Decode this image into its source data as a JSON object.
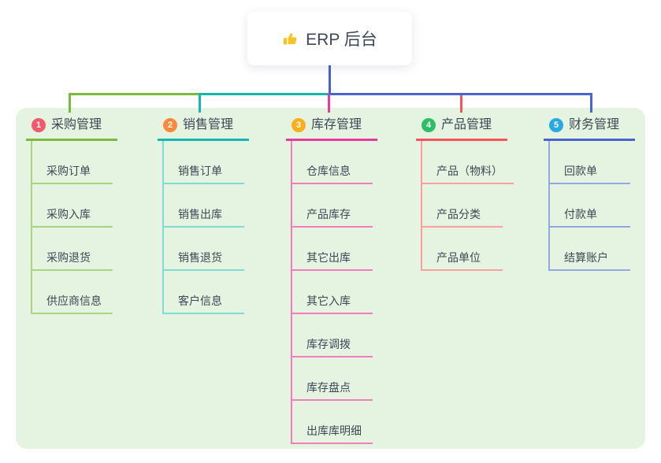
{
  "root": {
    "label": "ERP 后台",
    "icon": "thumbs-up"
  },
  "branches": [
    {
      "number": "1",
      "label": "采购管理",
      "line_color": "#7cb93e",
      "light_color": "#a9d57e",
      "badge_color": "#f3596c",
      "children": [
        "采购订单",
        "采购入库",
        "采购退货",
        "供应商信息"
      ]
    },
    {
      "number": "2",
      "label": "销售管理",
      "line_color": "#14b8b1",
      "light_color": "#7eddd2",
      "badge_color": "#fb8a3e",
      "children": [
        "销售订单",
        "销售出库",
        "销售退货",
        "客户信息"
      ]
    },
    {
      "number": "3",
      "label": "库存管理",
      "line_color": "#e83a9d",
      "light_color": "#f37cbc",
      "badge_color": "#fcaf1b",
      "children": [
        "仓库信息",
        "产品库存",
        "其它出库",
        "其它入库",
        "库存调拨",
        "库存盘点",
        "出库库明细"
      ]
    },
    {
      "number": "4",
      "label": "产品管理",
      "line_color": "#f8555a",
      "light_color": "#fba09e",
      "badge_color": "#2fbe68",
      "children": [
        "产品（物料）",
        "产品分类",
        "产品单位"
      ]
    },
    {
      "number": "5",
      "label": "财务管理",
      "line_color": "#4a63cd",
      "light_color": "#93a8e0",
      "badge_color": "#29a9e1",
      "children": [
        "回款单",
        "付款单",
        "结算账户"
      ]
    }
  ],
  "colors": {
    "panel_bg": "#e5f4e0",
    "root_line": "#4a5fd0",
    "text": "#3e4756",
    "root_card_bg": "#ffffff",
    "icon_yellow": "#f7c325"
  }
}
